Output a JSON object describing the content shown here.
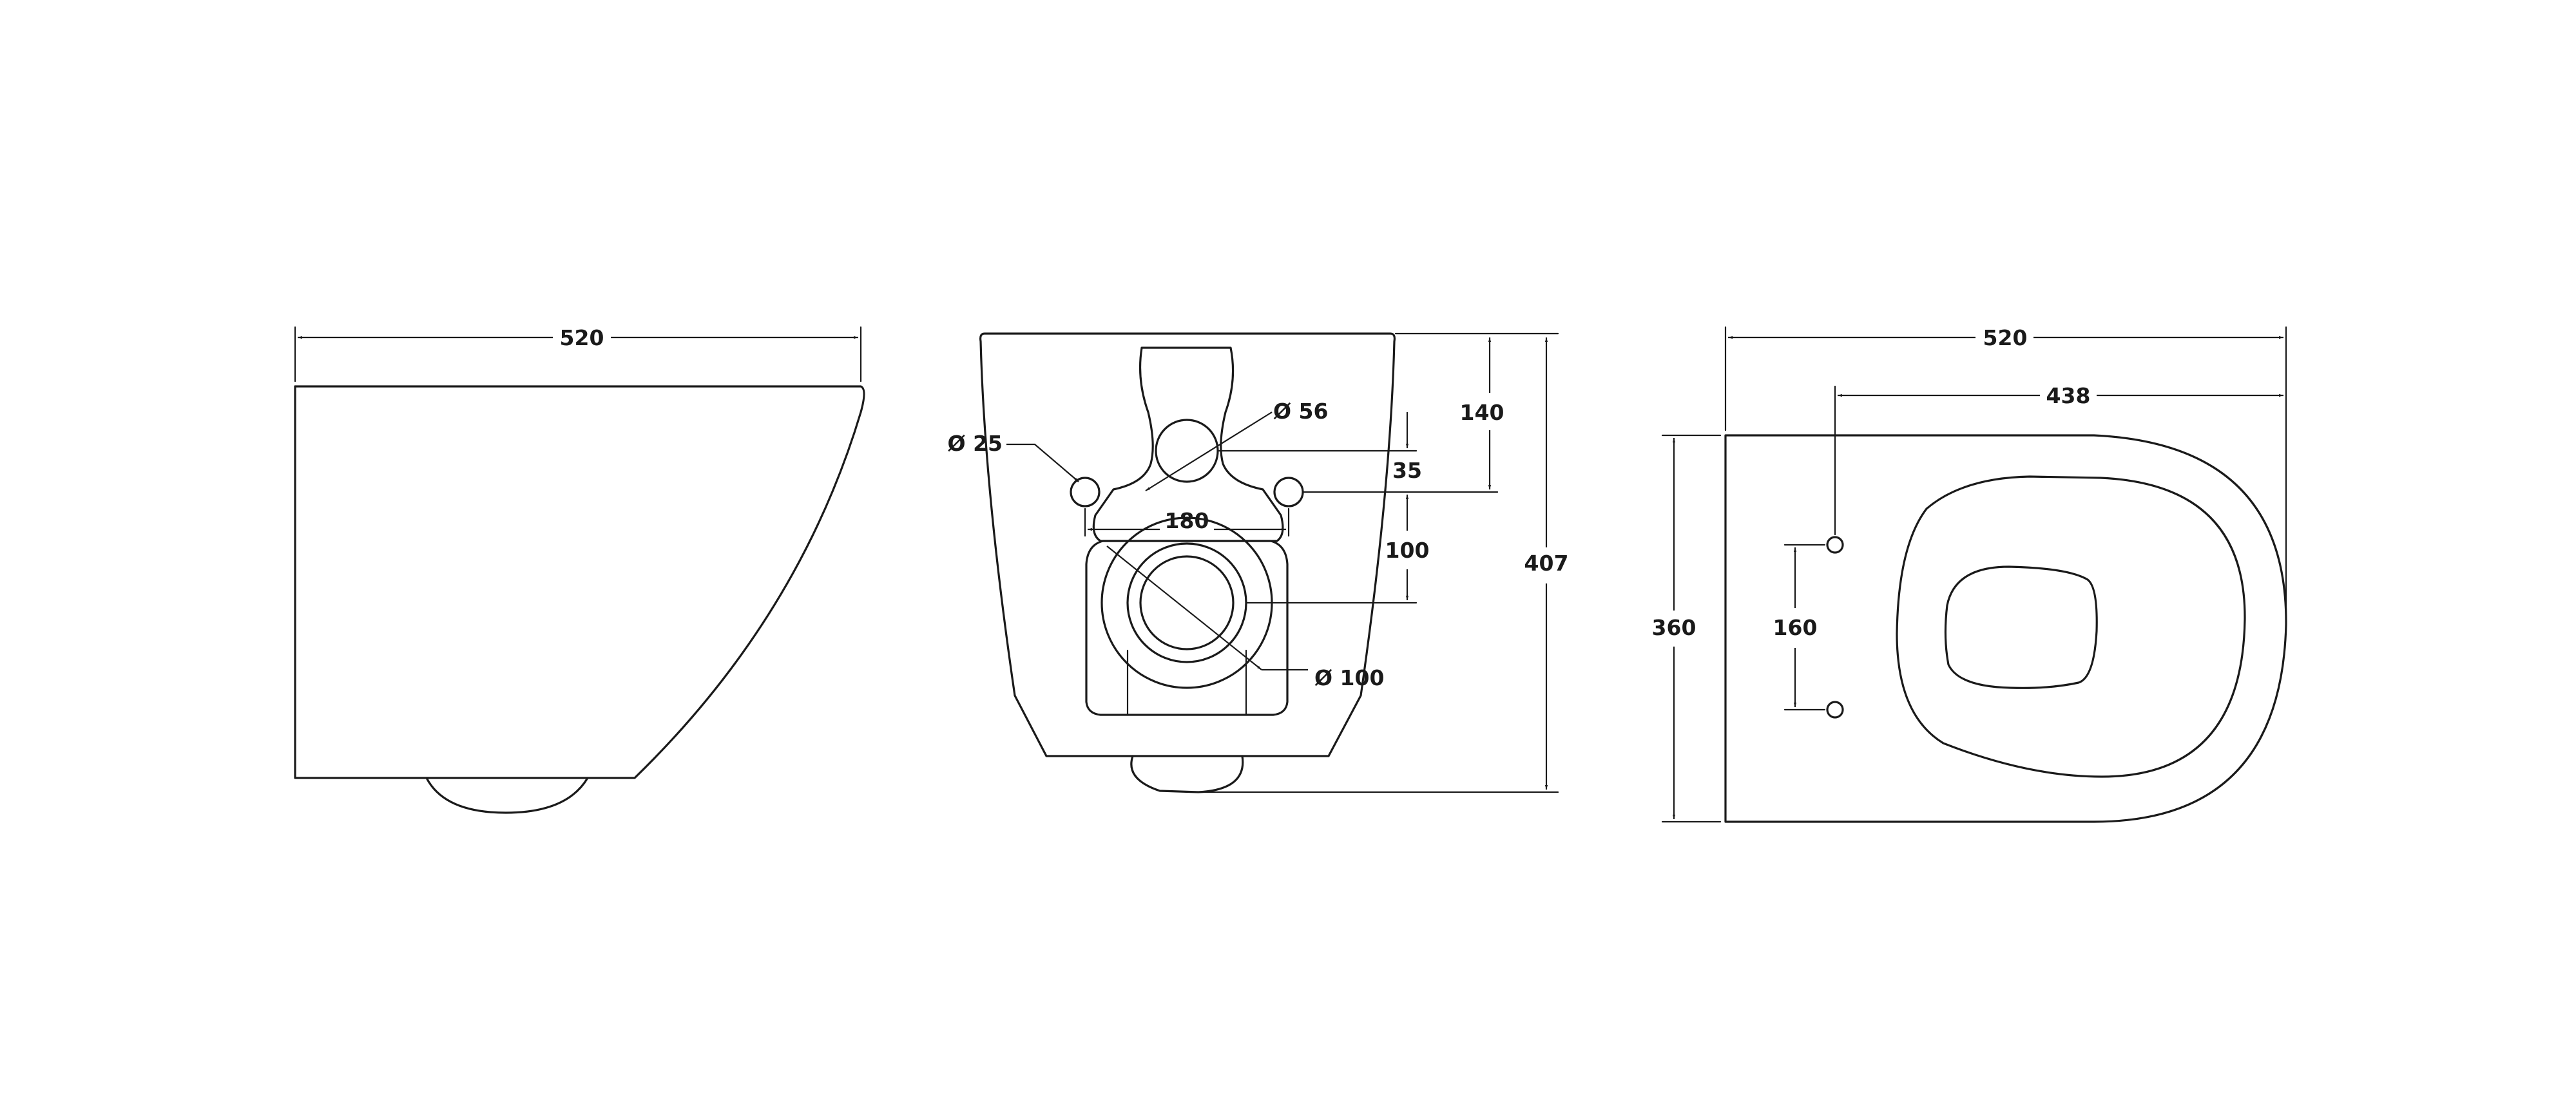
{
  "drawing": {
    "side_view": {
      "width_label": "520"
    },
    "front_view": {
      "inlet_diameter_label": "Ø 56",
      "fixing_hole_diameter_label": "Ø 25",
      "outlet_diameter_label": "Ø 100",
      "fixing_spacing_label": "180",
      "top_to_inlet_label": "140",
      "inlet_to_holes_label": "35",
      "holes_to_outlet_label": "100",
      "total_height_label": "407"
    },
    "top_view": {
      "length_label": "520",
      "rear_to_holes_label": "438",
      "width_label": "360",
      "hole_spacing_label": "160"
    }
  },
  "colors": {
    "line": "#1a1a1a",
    "background": "#ffffff"
  }
}
